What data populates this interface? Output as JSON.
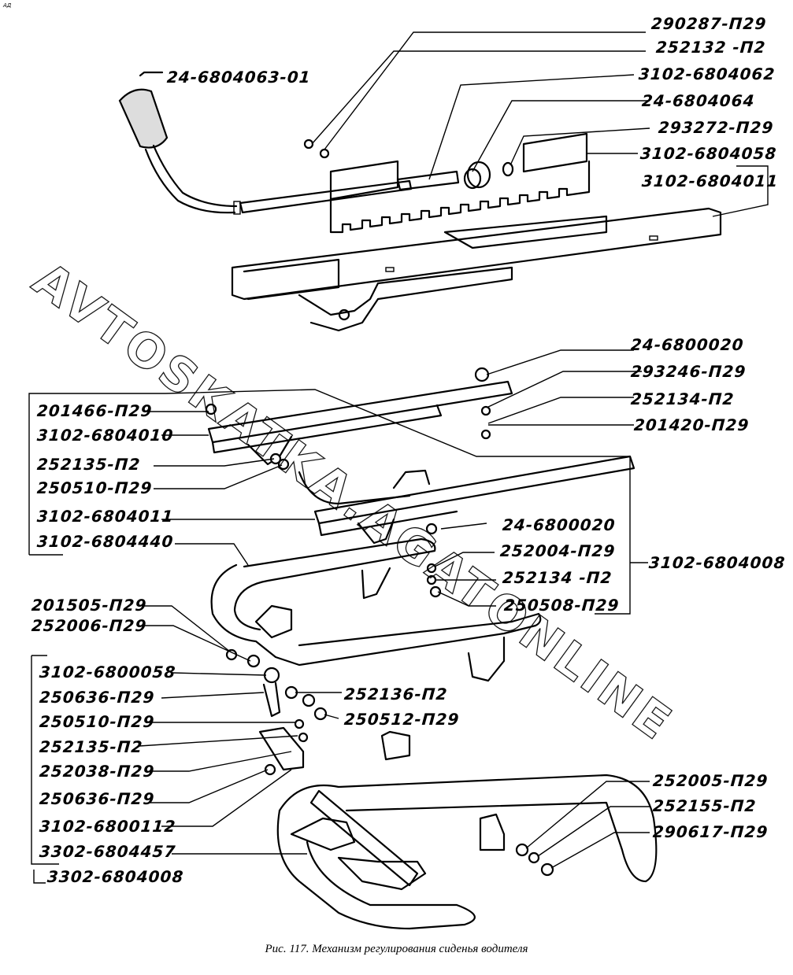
{
  "corner_mark": "АД",
  "watermark": "AVTOSKATKA.AGATONLINE",
  "caption": "Рис. 117. Механизм регулирования сиденья водителя",
  "labels": {
    "top_left": [
      "24-6804063-01"
    ],
    "top_right": [
      "290287-П29",
      "252132 -П2",
      "3102-6804062",
      "24-6804064",
      "293272-П29",
      "3102-6804058",
      "3102-6804011"
    ],
    "middle_right": [
      "24-6800020",
      "293246-П29",
      "252134-П2",
      "201420-П29"
    ],
    "middle_left": [
      "201466-П29",
      "3102-6804010",
      "252135-П2",
      "250510-П29",
      "3102-6804011",
      "3102-6804440"
    ],
    "middle_center": [
      "24-6800020",
      "252004-П29",
      "252134 -П2",
      "250508-П29"
    ],
    "middle_group": "3102-6804008",
    "lower_left_top": [
      "201505-П29",
      "252006-П29"
    ],
    "lower_left": [
      "3102-6800058",
      "250636-П29",
      "250510-П29",
      "252135-П2",
      "252038-П29",
      "250636-П29",
      "3102-6800112",
      "3302-6804457"
    ],
    "lower_group": "3302-6804008",
    "lower_center": [
      "252136-П2",
      "250512-П29"
    ],
    "lower_right": [
      "252005-П29",
      "252155-П2",
      "290617-П29"
    ]
  }
}
